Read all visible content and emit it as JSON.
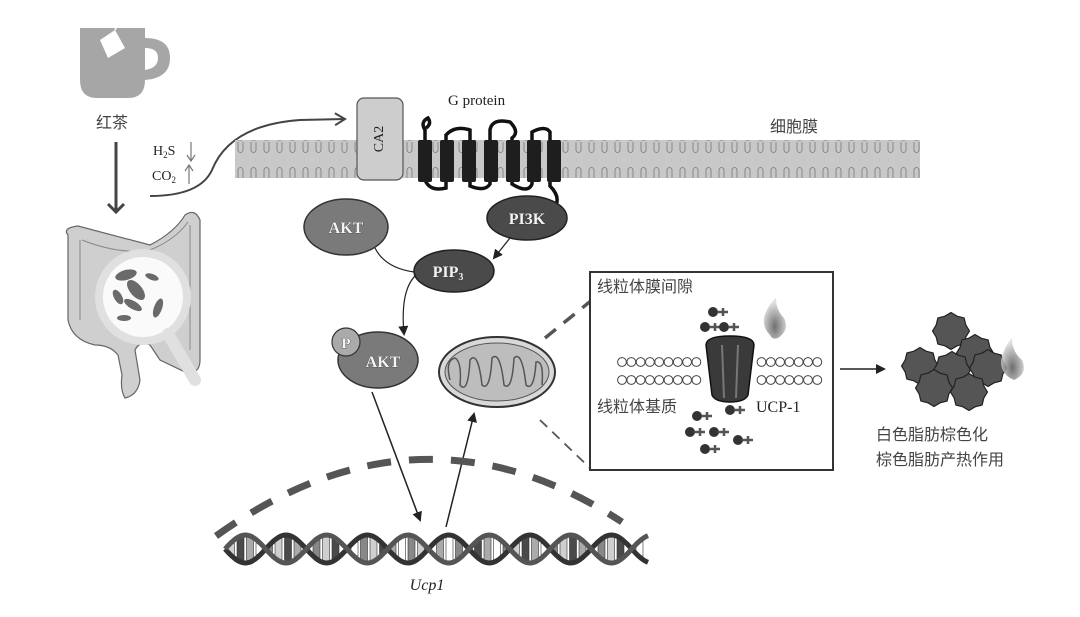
{
  "labels": {
    "black_tea": "红茶",
    "h2s": "H",
    "h2s_sub": "2",
    "h2s_end": "S",
    "co2": "CO",
    "co2_sub": "2",
    "g_protein": "G protein",
    "cell_membrane": "细胞膜",
    "ca2": "CA2",
    "akt": "AKT",
    "pi3k": "PI3K",
    "pip3": "PIP",
    "pip3_sub": "3",
    "p": "P",
    "akt_p": "AKT",
    "ims": "线粒体膜间隙",
    "matrix": "线粒体基质",
    "ucp1_protein": "UCP-1",
    "result_line1": "白色脂肪棕色化",
    "result_line2": "棕色脂肪产热作用",
    "gene": "Ucp1"
  },
  "colors": {
    "cup": "#a6a6a6",
    "membrane": "#c8c8c8",
    "receptor": "#1e1e1e",
    "ellipse_light": "#7a7a7a",
    "ellipse_dark": "#4a4a4a",
    "dashed": "#555555",
    "fat": "#555555"
  },
  "icons": [
    "tea-cup-icon",
    "intestine-icon",
    "magnifier-icon",
    "mitochondrion-icon",
    "flame-icon",
    "dna-icon",
    "fat-cell-cluster-icon",
    "proton-icon"
  ]
}
